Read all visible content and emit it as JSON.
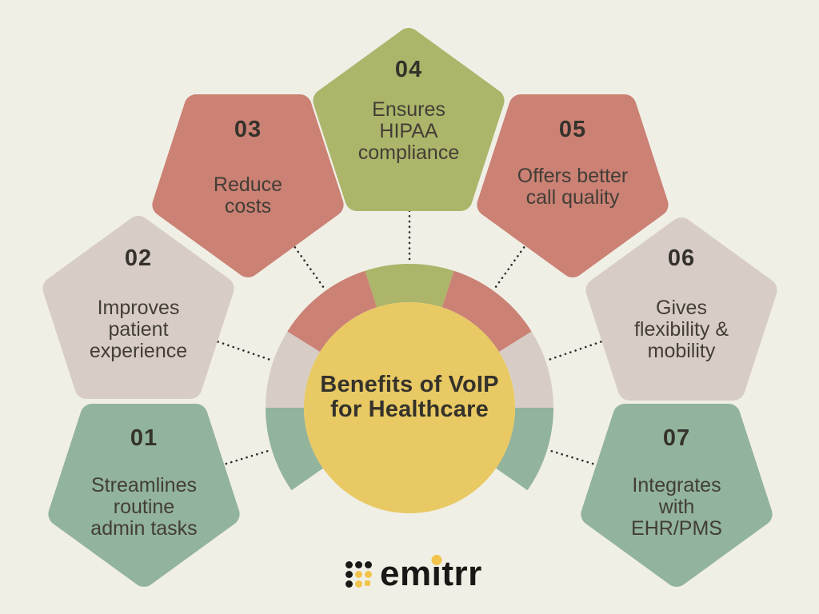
{
  "center": {
    "title": "Benefits of VoIP\nfor Healthcare"
  },
  "items": [
    {
      "number": "01",
      "label": "Streamlines\nroutine\nadmin tasks",
      "color": "#92b39c"
    },
    {
      "number": "02",
      "label": "Improves\npatient\nexperience",
      "color": "#d7cdc6"
    },
    {
      "number": "03",
      "label": "Reduce\ncosts",
      "color": "#cb8174"
    },
    {
      "number": "04",
      "label": "Ensures\nHIPAA\ncompliance",
      "color": "#acb56a"
    },
    {
      "number": "05",
      "label": "Offers better\ncall quality",
      "color": "#cb8174"
    },
    {
      "number": "06",
      "label": "Gives\nflexibility &\nmobility",
      "color": "#d7cdc6"
    },
    {
      "number": "07",
      "label": "Integrates\nwith\nEHR/PMS",
      "color": "#92b39c"
    }
  ],
  "logo": {
    "pre": "em",
    "i": "i",
    "post": "trr"
  },
  "colors": {
    "background": "#f0efe6",
    "ink": "#423e36",
    "inkStrong": "#35322b",
    "circle": "#e8c964",
    "dotline": "#2e2c28",
    "logoBlack": "#191816",
    "logoAccent": "#f2c44c"
  }
}
